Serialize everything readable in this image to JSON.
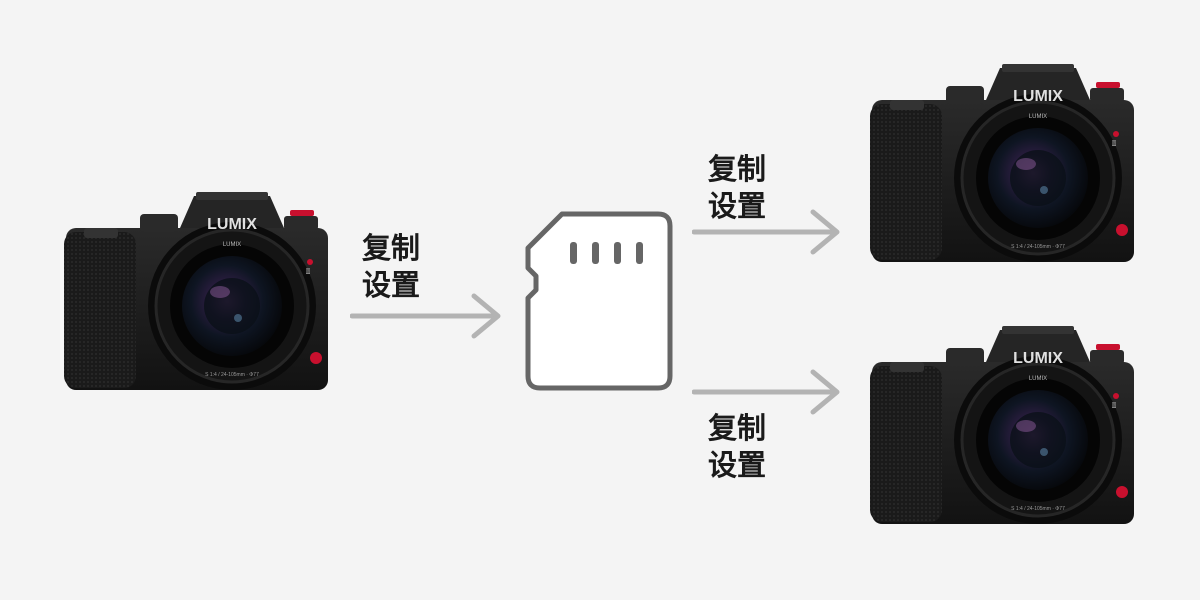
{
  "labels": [
    {
      "line1": "复制",
      "line2": "设置"
    },
    {
      "line1": "复制",
      "line2": "设置"
    },
    {
      "line1": "复制",
      "line2": "设置"
    }
  ],
  "camera": {
    "brand": "LUMIX",
    "lens_brand": "LUMIX",
    "lens_spec": "S 1:4 / 24-105mm · Φ77",
    "model_mark": "Ⅱ"
  },
  "colors": {
    "background": "#f4f4f4",
    "arrow": "#b3b3b3",
    "card_outline": "#666666",
    "label_text": "#1a1a1a",
    "camera_body": "#1c1c1c",
    "accent_red": "#c8102e"
  },
  "icons": [
    "camera-icon",
    "sd-card-icon",
    "arrow-right-icon"
  ]
}
